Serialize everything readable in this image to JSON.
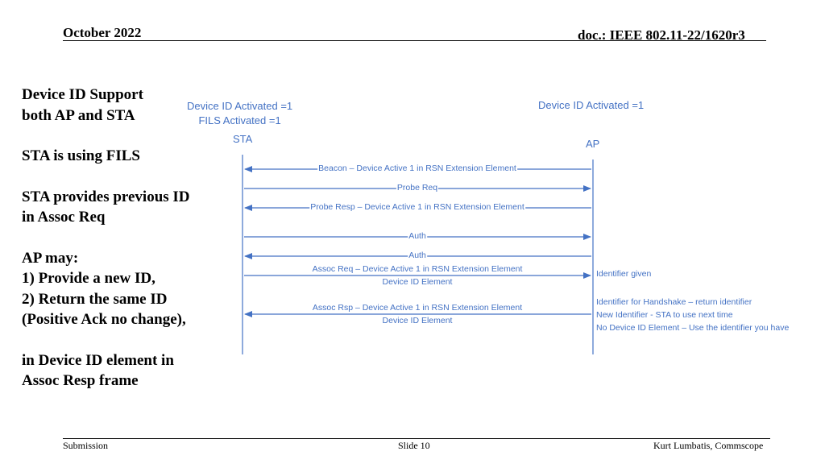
{
  "header": {
    "date": "October 2022",
    "doc": "doc.: IEEE 802.11-22/1620r3"
  },
  "left_text": {
    "p1": [
      "Device ID Support",
      "both AP and STA"
    ],
    "p2": [
      "STA is using FILS"
    ],
    "p3": [
      "STA provides previous ID",
      "in Assoc Req"
    ],
    "p4": [
      "AP may:",
      "1) Provide a new ID,",
      "2) Return the same ID",
      "(Positive Ack no change),"
    ],
    "p5": [
      "in Device ID element in",
      "Assoc Resp frame"
    ]
  },
  "diagram": {
    "sta_note": [
      "Device ID Activated =1",
      "FILS Activated =1"
    ],
    "ap_note": "Device ID Activated =1",
    "sta_label": "STA",
    "ap_label": "AP",
    "messages": [
      {
        "label": "Beacon – Device Active 1 in RSN Extension Element",
        "direction": "to-sta"
      },
      {
        "label": "Probe Req",
        "direction": "to-ap"
      },
      {
        "label": "Probe Resp – Device Active 1 in RSN Extension Element",
        "direction": "to-sta"
      },
      {
        "label": "Auth",
        "direction": "to-ap"
      },
      {
        "label": "Auth",
        "direction": "to-sta"
      },
      {
        "label": "Assoc Req – Device Active 1 in RSN Extension Element",
        "label2": "Device ID Element",
        "direction": "to-ap"
      },
      {
        "label": "Assoc Rsp – Device Active 1 in RSN Extension Element",
        "label2": "Device ID Element",
        "direction": "to-sta"
      }
    ],
    "identifier_given": "Identifier given",
    "rsp_notes": [
      "Identifier for Handshake – return identifier",
      "New Identifier  - STA to use next time",
      "No Device ID Element – Use the identifier you have"
    ],
    "color": "#4472c4"
  },
  "footer": {
    "left": "Submission",
    "center": "Slide 10",
    "right": "Kurt Lumbatis, Commscope"
  }
}
